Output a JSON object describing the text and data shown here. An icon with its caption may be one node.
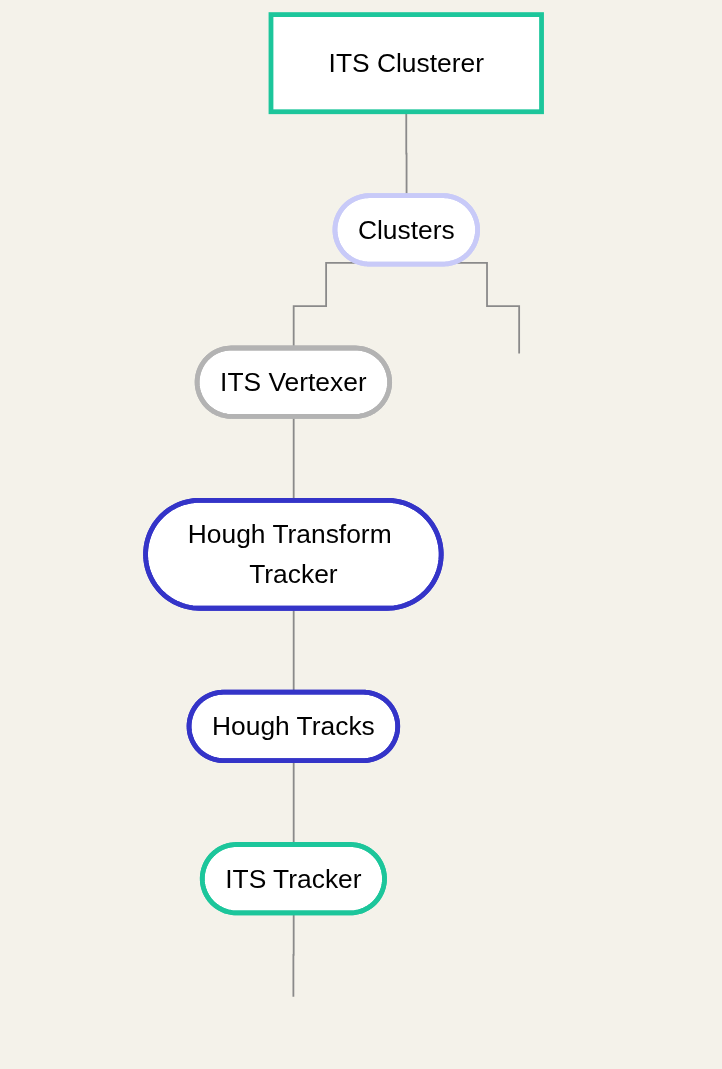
{
  "diagram": {
    "nodes": [
      {
        "text": [
          "ITS Clusterer"
        ]
      },
      {
        "text": [
          "Clusters"
        ]
      },
      {
        "text": [
          "ITS Vertexer"
        ]
      },
      {
        "text": [
          "Hough Transform Tracker"
        ]
      },
      {
        "text": [
          "Hough Tracks"
        ]
      },
      {
        "text": [
          "ITS Tracker"
        ]
      }
    ],
    "edges": [
      {
        "from": 0,
        "to": 1,
        "arrow": "none"
      },
      {
        "from": 1,
        "to": 2,
        "arrow": "none"
      },
      {
        "from": 1,
        "to": null,
        "arrow": "none"
      },
      {
        "from": 2,
        "to": 3,
        "arrow": "none"
      },
      {
        "from": 3,
        "to": 4,
        "arrow": "none"
      },
      {
        "from": 4,
        "to": 5,
        "arrow": "none"
      },
      {
        "from": 5,
        "to": null,
        "arrow": "none"
      }
    ]
  }
}
